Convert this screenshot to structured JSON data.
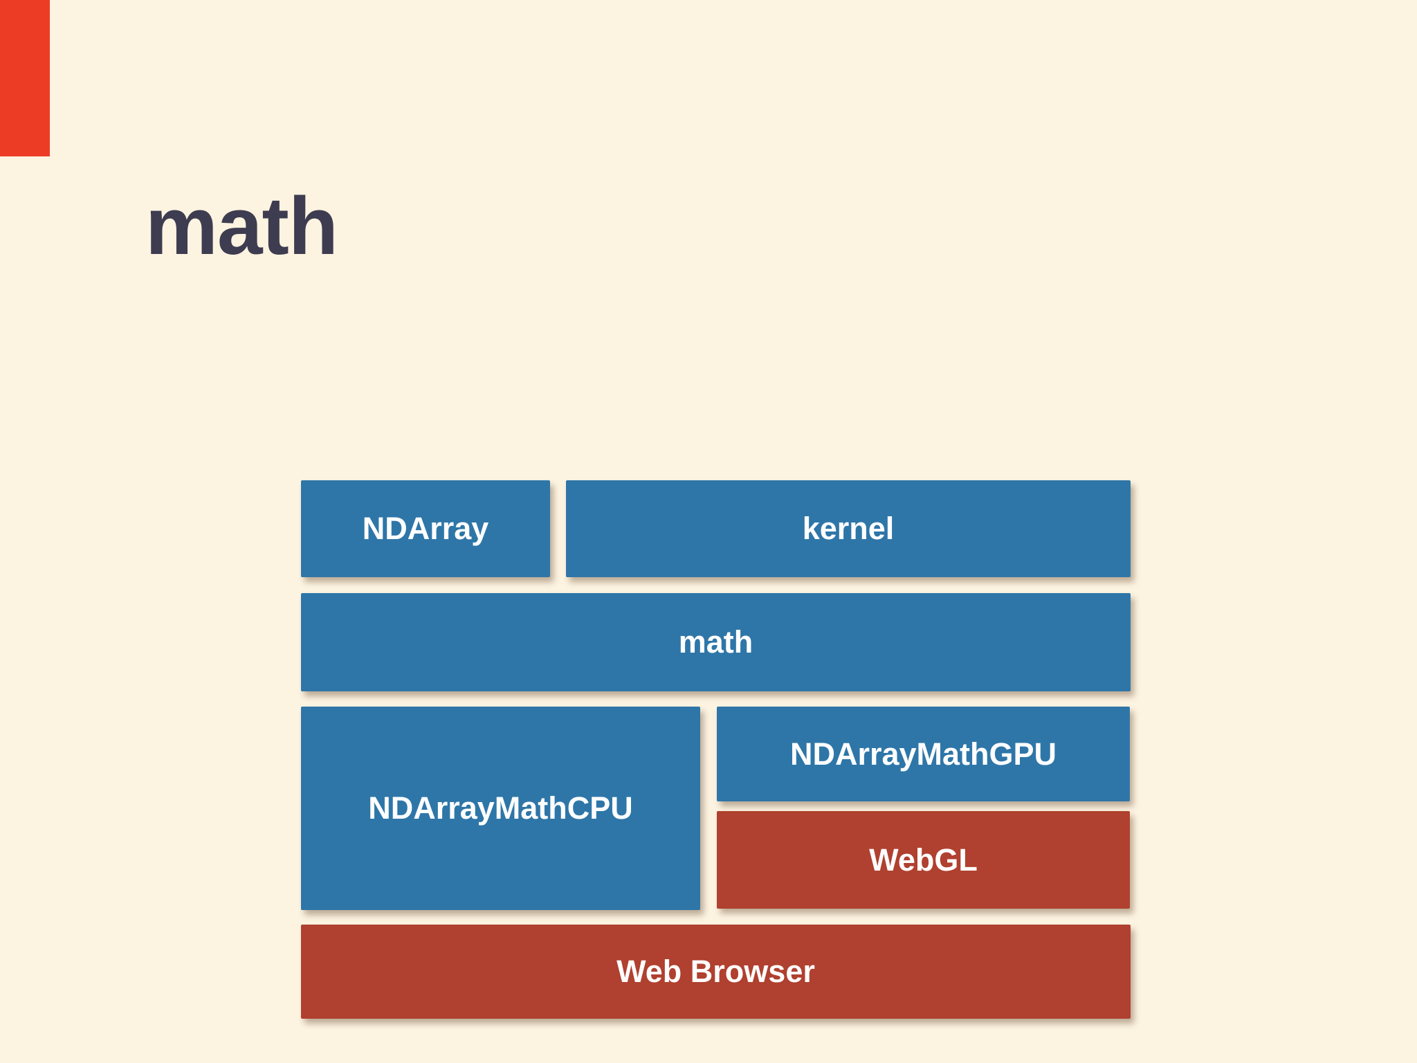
{
  "slide": {
    "title": "math",
    "background_color": "#fcf3e1",
    "title_color": "#3e3c50",
    "accent_color": "#ed3c25",
    "box_text_color": "#ffffff",
    "blue_color": "#2e76a8",
    "red_color": "#b0402f"
  },
  "diagram": {
    "boxes": [
      {
        "id": "ndarray",
        "label": "NDArray",
        "color": "#2e76a8"
      },
      {
        "id": "kernel",
        "label": "kernel",
        "color": "#2e76a8"
      },
      {
        "id": "math",
        "label": "math",
        "color": "#2e76a8"
      },
      {
        "id": "cpu",
        "label": "NDArrayMathCPU",
        "color": "#2e76a8"
      },
      {
        "id": "gpu",
        "label": "NDArrayMathGPU",
        "color": "#2e76a8"
      },
      {
        "id": "webgl",
        "label": "WebGL",
        "color": "#b0402f"
      },
      {
        "id": "browser",
        "label": "Web Browser",
        "color": "#b0402f"
      }
    ]
  }
}
